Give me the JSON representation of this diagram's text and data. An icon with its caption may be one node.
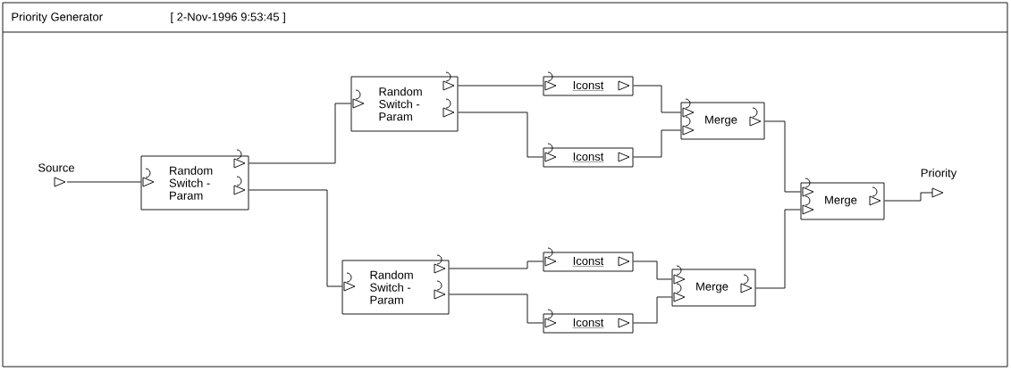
{
  "diagram": {
    "title": "Priority Generator",
    "nodes": [
      {
        "text": [
          "Source"
        ]
      },
      {
        "text": [
          "Random Switch - Param"
        ]
      },
      {
        "text": [
          "Random Switch - Param"
        ]
      },
      {
        "text": [
          "Random Switch - Param"
        ]
      },
      {
        "text": [
          "Iconst"
        ]
      },
      {
        "text": [
          "Iconst"
        ]
      },
      {
        "text": [
          "Merge"
        ]
      },
      {
        "text": [
          "Iconst"
        ]
      },
      {
        "text": [
          "Iconst"
        ]
      },
      {
        "text": [
          "Merge"
        ]
      },
      {
        "text": [
          "Merge"
        ]
      },
      {
        "text": [
          "Priority"
        ]
      }
    ],
    "edges": [
      {
        "from": 0,
        "to": 1,
        "arrow": "none"
      },
      {
        "from": 1,
        "to": 2,
        "arrow": "none"
      },
      {
        "from": 1,
        "to": 3,
        "arrow": "none"
      },
      {
        "from": 2,
        "to": 4,
        "arrow": "none"
      },
      {
        "from": 2,
        "to": 5,
        "arrow": "none"
      },
      {
        "from": 4,
        "to": 6,
        "arrow": "none"
      },
      {
        "from": 5,
        "to": 6,
        "arrow": "none"
      },
      {
        "from": 3,
        "to": 7,
        "arrow": "none"
      },
      {
        "from": 3,
        "to": 8,
        "arrow": "none"
      },
      {
        "from": 7,
        "to": 9,
        "arrow": "none"
      },
      {
        "from": 8,
        "to": 9,
        "arrow": "none"
      },
      {
        "from": 6,
        "to": 10,
        "arrow": "none"
      },
      {
        "from": 9,
        "to": 10,
        "arrow": "none"
      },
      {
        "from": 10,
        "to": 11,
        "arrow": "none"
      }
    ],
    "labels": [
      "[ 2-Nov-1996 9:53:45 ]"
    ]
  }
}
